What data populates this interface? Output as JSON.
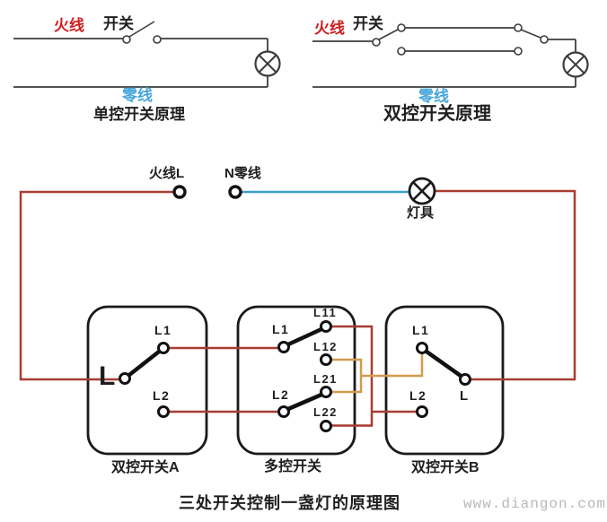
{
  "colors": {
    "live_wire_red": "#a83c32",
    "neutral_wire_blue": "#3a9fc6",
    "jumper_orange": "#d39a4e",
    "live_label_red": "#cf1f1f",
    "neutral_label_blue": "#45a5dc",
    "schematic_gray": "#3c3c3c",
    "ink_black": "#1a1a1a",
    "watermark_gray": "#b8b8b8"
  },
  "top_left_circuit": {
    "live_label": "火线",
    "switch_label": "开关",
    "neutral_label": "零线",
    "caption": "单控开关原理"
  },
  "top_right_circuit": {
    "live_label": "火线",
    "switch_label": "开关",
    "neutral_label": "零线",
    "caption": "双控开关原理"
  },
  "main_circuit": {
    "live_terminal_label": "火线L",
    "neutral_terminal_label": "N零线",
    "lamp_label": "灯具",
    "switch_a": {
      "caption": "双控开关A",
      "common_label": "L",
      "terminals": [
        "L1",
        "L2"
      ]
    },
    "multi_switch": {
      "caption": "多控开关",
      "left_terminals": [
        "L1",
        "L2"
      ],
      "right_terminals": [
        "L11",
        "L12",
        "L21",
        "L22"
      ]
    },
    "switch_b": {
      "caption": "双控开关B",
      "common_label": "L",
      "terminals": [
        "L1",
        "L2"
      ]
    },
    "title": "三处开关控制一盏灯的原理图"
  },
  "watermark": "www.diangon.com"
}
